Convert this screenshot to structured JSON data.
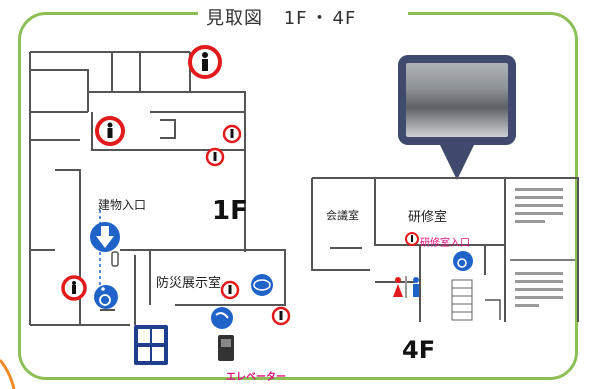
{
  "title": {
    "main": "見取図",
    "floor_a": "1F",
    "sep": "・",
    "floor_b": "4F"
  },
  "floor1": {
    "label": "1F",
    "entrance_label": "建物入口",
    "exhibit_room_label": "防災展示室",
    "elevator_label": "エレベーター"
  },
  "floor4": {
    "label": "4F",
    "meeting_room_label": "会議室",
    "training_room_label": "研修室",
    "training_entrance_label": "研修室入口"
  },
  "colors": {
    "frame": "#8cbf55",
    "no_entry_red": "#e31a1c",
    "arrow_blue": "#1f63c9",
    "elevator_pink": "#e0117f",
    "orange_accent": "#f08a24"
  },
  "icons": [
    "no-entry-icon",
    "down-arrow-icon",
    "wheelchair-icon",
    "restroom-icon",
    "elevator-icon",
    "camera-photo-icon"
  ]
}
